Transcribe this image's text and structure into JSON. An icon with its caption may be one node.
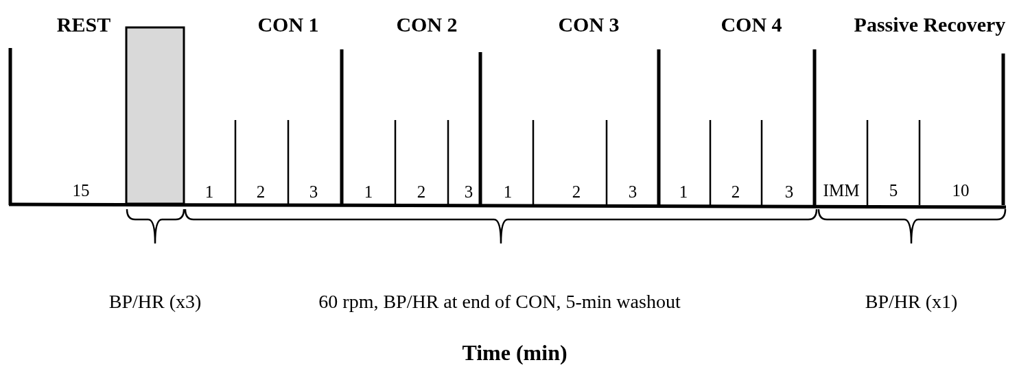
{
  "diagram": {
    "labels": [
      "REST",
      "CON 1",
      "CON 2",
      "CON 3",
      "CON 4",
      "Passive Recovery",
      "15",
      "1",
      "2",
      "3",
      "1",
      "2",
      "3",
      "1",
      "2",
      "3",
      "1",
      "2",
      "3",
      "IMM",
      "5",
      "10",
      "BP/HR (x3)",
      "60 rpm, BP/HR at end of CON, 5-min washout",
      "BP/HR (x1)",
      "Time (min)"
    ]
  }
}
